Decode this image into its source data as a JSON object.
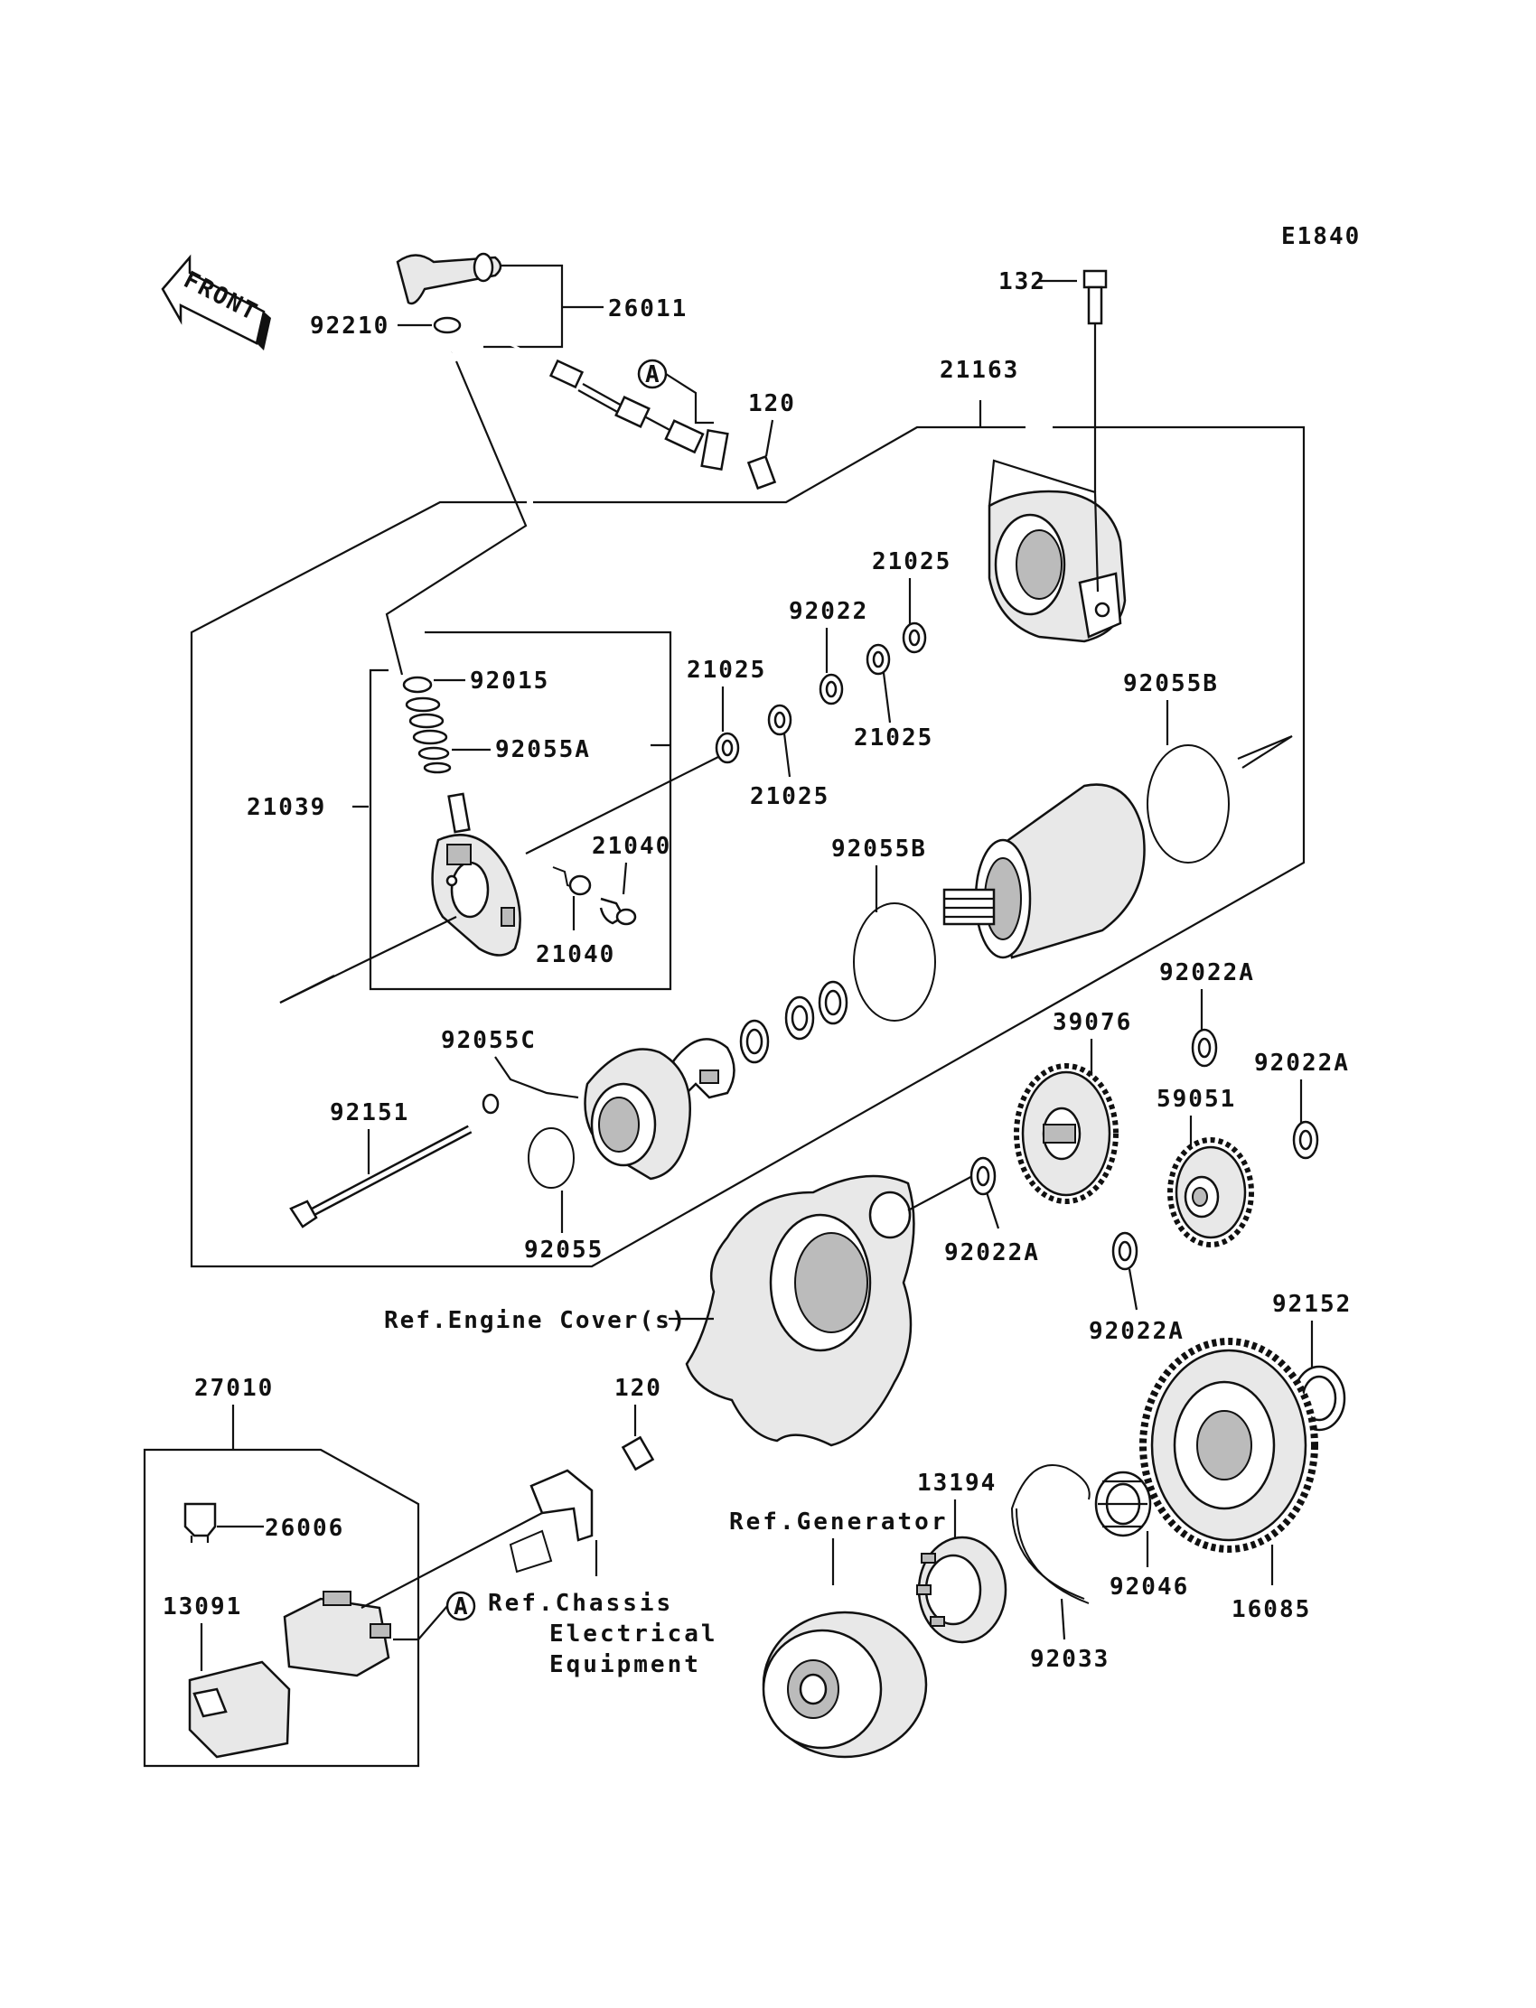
{
  "diagram_code": "E1840",
  "front_label": "FRONT",
  "callout_letter": "A",
  "parts": {
    "p132": "132",
    "p26011": "26011",
    "p92210": "92210",
    "p120a": "120",
    "p21163": "21163",
    "p21025a": "21025",
    "p92022": "92022",
    "p21025b": "21025",
    "p21025c": "21025",
    "p21025d": "21025",
    "p92015": "92015",
    "p92055A": "92055A",
    "p21039": "21039",
    "p92055B_a": "92055B",
    "p92055B_b": "92055B",
    "p21040a": "21040",
    "p21040b": "21040",
    "p92022A_a": "92022A",
    "p39076": "39076",
    "p92022A_b": "92022A",
    "p59051": "59051",
    "p92055C": "92055C",
    "p92151": "92151",
    "p92055": "92055",
    "p92022A_c": "92022A",
    "p92022A_d": "92022A",
    "p92152": "92152",
    "p27010": "27010",
    "p120b": "120",
    "p26006": "26006",
    "p13194": "13194",
    "p13091": "13091",
    "p92046": "92046",
    "p16085": "16085",
    "p92033": "92033"
  },
  "references": {
    "engine_cover": "Ref.Engine Cover(s)",
    "generator": "Ref.Generator",
    "chassis_line1": "Ref.Chassis",
    "chassis_line2": "Electrical",
    "chassis_line3": "Equipment"
  }
}
